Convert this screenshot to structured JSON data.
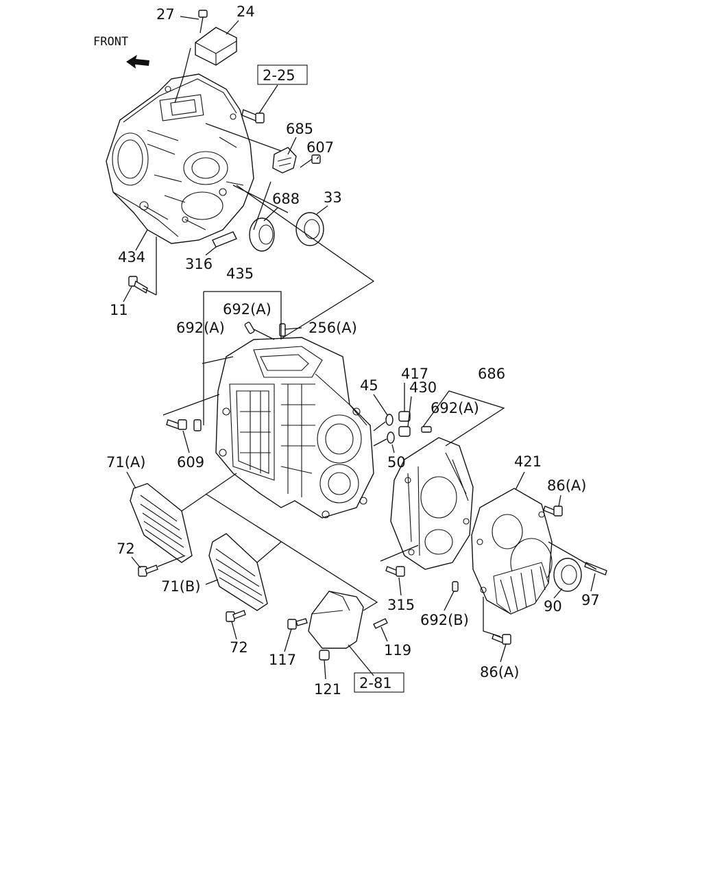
{
  "front_label": "FRONT",
  "ref_boxes": [
    "2-25",
    "2-81"
  ],
  "callouts": [
    {
      "id": "c27",
      "text": "27"
    },
    {
      "id": "c24",
      "text": "24"
    },
    {
      "id": "c685",
      "text": "685"
    },
    {
      "id": "c607",
      "text": "607"
    },
    {
      "id": "c688",
      "text": "688"
    },
    {
      "id": "c33",
      "text": "33"
    },
    {
      "id": "c434",
      "text": "434"
    },
    {
      "id": "c316",
      "text": "316"
    },
    {
      "id": "c435",
      "text": "435"
    },
    {
      "id": "c11",
      "text": "11"
    },
    {
      "id": "c692a1",
      "text": "692(A)"
    },
    {
      "id": "c692a2",
      "text": "692(A)"
    },
    {
      "id": "c256a",
      "text": "256(A)"
    },
    {
      "id": "c45",
      "text": "45"
    },
    {
      "id": "c417",
      "text": "417"
    },
    {
      "id": "c430",
      "text": "430"
    },
    {
      "id": "c686",
      "text": "686"
    },
    {
      "id": "c692a3",
      "text": "692(A)"
    },
    {
      "id": "c609",
      "text": "609"
    },
    {
      "id": "c50",
      "text": "50"
    },
    {
      "id": "c71a",
      "text": "71(A)"
    },
    {
      "id": "c421",
      "text": "421"
    },
    {
      "id": "c86a1",
      "text": "86(A)"
    },
    {
      "id": "c72a",
      "text": "72"
    },
    {
      "id": "c71b",
      "text": "71(B)"
    },
    {
      "id": "c315",
      "text": "315"
    },
    {
      "id": "c692b",
      "text": "692(B)"
    },
    {
      "id": "c90",
      "text": "90"
    },
    {
      "id": "c97",
      "text": "97"
    },
    {
      "id": "c72b",
      "text": "72"
    },
    {
      "id": "c117",
      "text": "117"
    },
    {
      "id": "c119",
      "text": "119"
    },
    {
      "id": "c121",
      "text": "121"
    },
    {
      "id": "c86a2",
      "text": "86(A)"
    }
  ]
}
